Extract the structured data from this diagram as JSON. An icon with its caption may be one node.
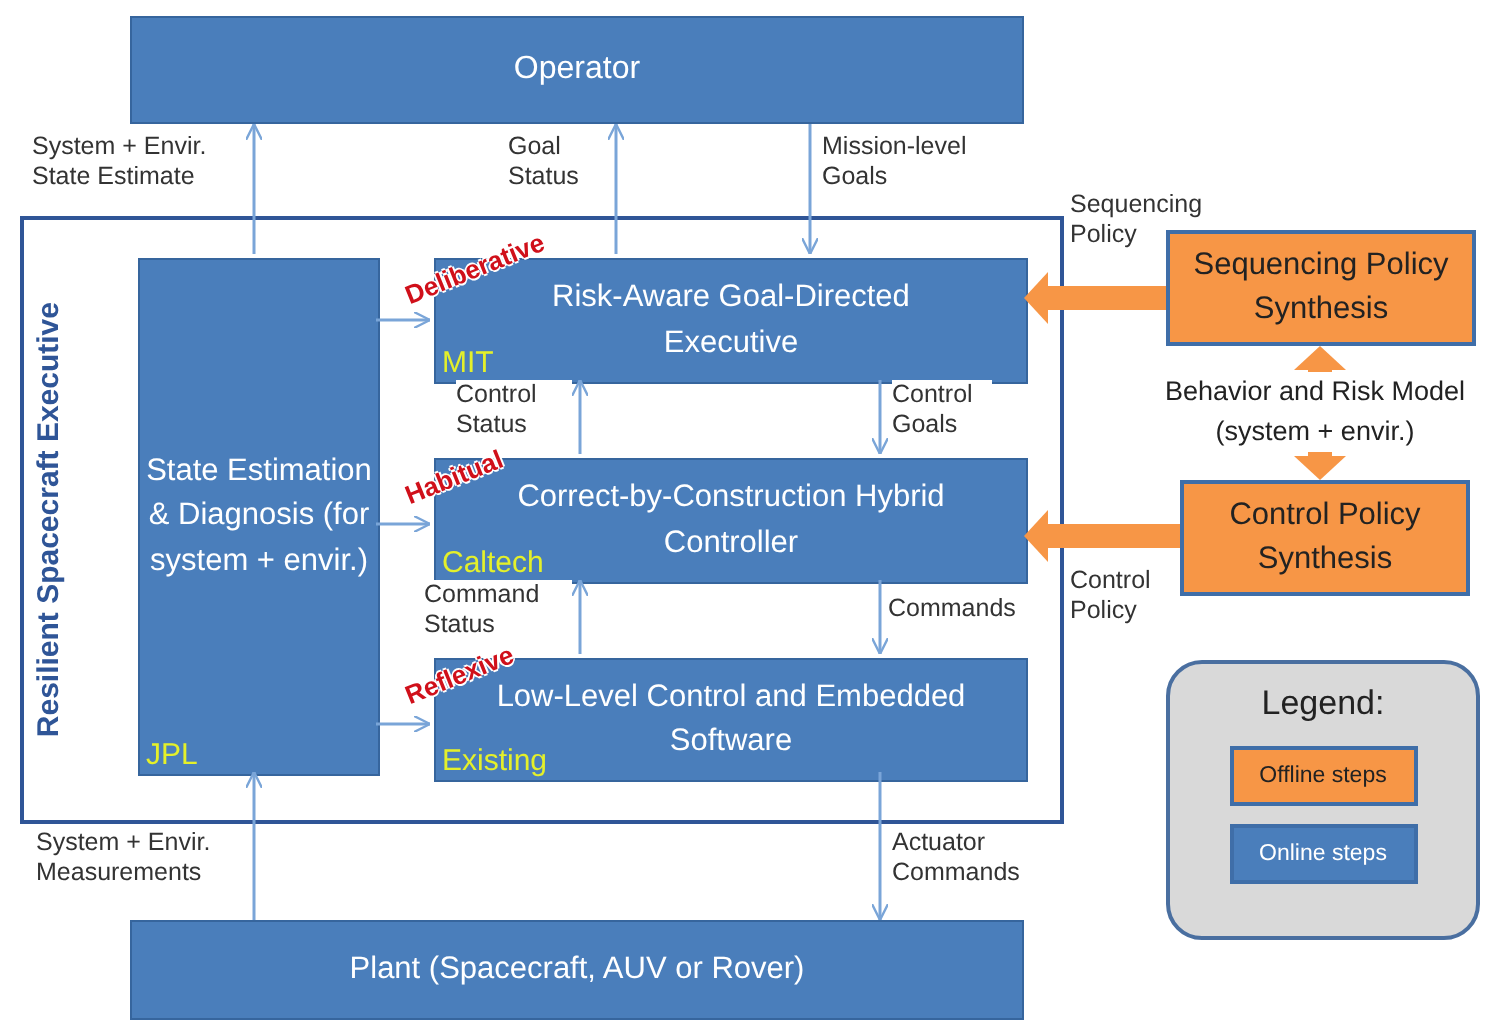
{
  "diagram": {
    "nodes": [
      {
        "text": [
          "Operator"
        ]
      },
      {
        "text": [
          "Resilient Spacecraft Executive"
        ]
      },
      {
        "text": [
          "State Estimation & Diagnosis (for system + envir.)",
          "JPL"
        ],
        "in": 1
      },
      {
        "text": [
          "Risk-Aware Goal-Directed Executive",
          "Deliberative",
          "MIT"
        ],
        "in": 1
      },
      {
        "text": [
          "Correct-by-Construction Hybrid Controller",
          "Habitual",
          "Caltech"
        ],
        "in": 1
      },
      {
        "text": [
          "Low-Level Control and Embedded Software",
          "Reflexive",
          "Existing"
        ],
        "in": 1
      },
      {
        "text": [
          "Plant (Spacecraft, AUV or Rover)"
        ]
      },
      {
        "text": [
          "Sequencing Policy Synthesis"
        ]
      },
      {
        "text": [
          "Behavior and Risk Model (system + envir.)"
        ]
      },
      {
        "text": [
          "Control Policy Synthesis"
        ]
      }
    ],
    "edges": [
      {
        "from": 2,
        "to": 0,
        "arrow": "to",
        "label": "System + Envir. State Estimate"
      },
      {
        "from": 3,
        "to": 0,
        "arrow": "to",
        "label": "Goal Status"
      },
      {
        "from": 0,
        "to": 3,
        "arrow": "to",
        "label": "Mission-level Goals"
      },
      {
        "from": 2,
        "to": 3,
        "arrow": "to"
      },
      {
        "from": 2,
        "to": 4,
        "arrow": "to"
      },
      {
        "from": 2,
        "to": 5,
        "arrow": "to"
      },
      {
        "from": 4,
        "to": 3,
        "arrow": "to",
        "label": "Control Status"
      },
      {
        "from": 3,
        "to": 4,
        "arrow": "to",
        "label": "Control Goals"
      },
      {
        "from": 5,
        "to": 4,
        "arrow": "to",
        "label": "Command Status"
      },
      {
        "from": 4,
        "to": 5,
        "arrow": "to",
        "label": "Commands"
      },
      {
        "from": 6,
        "to": 2,
        "arrow": "to",
        "label": "System + Envir. Measurements"
      },
      {
        "from": 5,
        "to": 6,
        "arrow": "to",
        "label": "Actuator Commands"
      },
      {
        "from": 7,
        "to": 3,
        "arrow": "to",
        "label": "Sequencing Policy",
        "style": "thick",
        "color": "#f79646"
      },
      {
        "from": 9,
        "to": 4,
        "arrow": "to",
        "label": "Control Policy",
        "style": "thick",
        "color": "#f79646"
      },
      {
        "from": 8,
        "to": 7,
        "arrow": "to",
        "style": "thick",
        "color": "#f79646"
      },
      {
        "from": 8,
        "to": 9,
        "arrow": "to",
        "style": "thick",
        "color": "#f79646"
      }
    ],
    "labels": [
      "Legend:"
    ],
    "legend": [
      {
        "text": "Offline steps",
        "color": "#f79646"
      },
      {
        "text": "Online steps",
        "color": "#4a7ebb"
      }
    ]
  }
}
